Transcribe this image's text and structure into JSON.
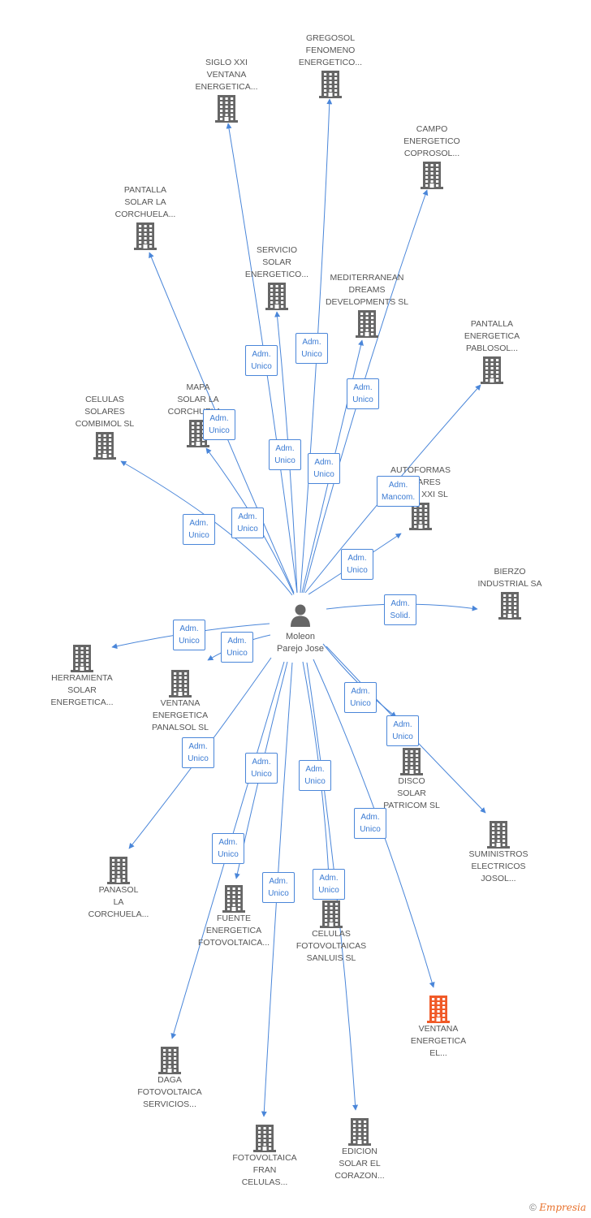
{
  "center": {
    "name_line1": "Moleon",
    "name_line2": "Parejo Jose"
  },
  "colors": {
    "edge": "#4a86d9",
    "building": "#666666",
    "highlight": "#f05a28"
  },
  "companies": [
    {
      "id": "gregosol",
      "lines": [
        "GREGOSOL",
        "FENOMENO",
        "ENERGETICO..."
      ],
      "highlight": false
    },
    {
      "id": "siglo-xxi-ventana",
      "lines": [
        "SIGLO XXI",
        "VENTANA",
        "ENERGETICA..."
      ],
      "highlight": false
    },
    {
      "id": "campo-energetico",
      "lines": [
        "CAMPO",
        "ENERGETICO",
        "COPROSOL..."
      ],
      "highlight": false
    },
    {
      "id": "pantalla-corchuela",
      "lines": [
        "PANTALLA",
        "SOLAR LA",
        "CORCHUELA..."
      ],
      "highlight": false
    },
    {
      "id": "servicio-solar",
      "lines": [
        "SERVICIO",
        "SOLAR",
        "ENERGETICO..."
      ],
      "highlight": false
    },
    {
      "id": "mediterranean",
      "lines": [
        "MEDITERRANEAN",
        "DREAMS",
        "DEVELOPMENTS SL"
      ],
      "highlight": false
    },
    {
      "id": "pantalla-pablosol",
      "lines": [
        "PANTALLA",
        "ENERGETICA",
        "PABLOSOL..."
      ],
      "highlight": false
    },
    {
      "id": "celulas-combimol",
      "lines": [
        "CELULAS",
        "SOLARES",
        "COMBIMOL SL"
      ],
      "highlight": false
    },
    {
      "id": "mapa-solar",
      "lines": [
        "MAPA",
        "SOLAR LA",
        "CORCHUELA..."
      ],
      "highlight": false
    },
    {
      "id": "autoformas",
      "lines": [
        "AUTOFORMAS",
        "SOLARES",
        "SIGLO XXI SL"
      ],
      "highlight": false
    },
    {
      "id": "bierzo",
      "lines": [
        "BIERZO",
        "INDUSTRIAL SA"
      ],
      "highlight": false
    },
    {
      "id": "herramienta",
      "lines": [
        "HERRAMIENTA",
        "SOLAR",
        "ENERGETICA..."
      ],
      "highlight": false
    },
    {
      "id": "ventana-panalsol",
      "lines": [
        "VENTANA",
        "ENERGETICA",
        "PANALSOL SL"
      ],
      "highlight": false
    },
    {
      "id": "disco-solar",
      "lines": [
        "DISCO",
        "SOLAR",
        "PATRICOM SL"
      ],
      "highlight": false
    },
    {
      "id": "suministros",
      "lines": [
        "SUMINISTROS",
        "ELECTRICOS",
        "JOSOL..."
      ],
      "highlight": false
    },
    {
      "id": "panasol",
      "lines": [
        "PANASOL",
        "LA",
        "CORCHUELA..."
      ],
      "highlight": false
    },
    {
      "id": "fuente-energetica",
      "lines": [
        "FUENTE",
        "ENERGETICA",
        "FOTOVOLTAICA..."
      ],
      "highlight": false
    },
    {
      "id": "celulas-sanluis",
      "lines": [
        "CELULAS",
        "FOTOVOLTAICAS",
        "SANLUIS SL"
      ],
      "highlight": false
    },
    {
      "id": "ventana-el",
      "lines": [
        "VENTANA",
        "ENERGETICA",
        "EL..."
      ],
      "highlight": true
    },
    {
      "id": "daga",
      "lines": [
        "DAGA",
        "FOTOVOLTAICA",
        "SERVICIOS..."
      ],
      "highlight": false
    },
    {
      "id": "fotovoltaica-fran",
      "lines": [
        "FOTOVOLTAICA",
        "FRAN",
        "CELULAS..."
      ],
      "highlight": false
    },
    {
      "id": "edicion-solar",
      "lines": [
        "EDICION",
        "SOLAR EL",
        "CORAZON..."
      ],
      "highlight": false
    }
  ],
  "relations": [
    {
      "line1": "Adm.",
      "line2": "Unico"
    },
    {
      "line1": "Adm.",
      "line2": "Unico"
    },
    {
      "line1": "Adm.",
      "line2": "Unico"
    },
    {
      "line1": "Adm.",
      "line2": "Unico"
    },
    {
      "line1": "Adm.",
      "line2": "Unico"
    },
    {
      "line1": "Adm.",
      "line2": "Unico"
    },
    {
      "line1": "Adm.",
      "line2": "Mancom."
    },
    {
      "line1": "Adm.",
      "line2": "Unico"
    },
    {
      "line1": "Adm.",
      "line2": "Unico"
    },
    {
      "line1": "Adm.",
      "line2": "Unico"
    },
    {
      "line1": "Adm.",
      "line2": "Solid."
    },
    {
      "line1": "Adm.",
      "line2": "Unico"
    },
    {
      "line1": "Adm.",
      "line2": "Unico"
    },
    {
      "line1": "Adm.",
      "line2": "Unico"
    },
    {
      "line1": "Adm.",
      "line2": "Unico"
    },
    {
      "line1": "Adm.",
      "line2": "Unico"
    },
    {
      "line1": "Adm.",
      "line2": "Unico"
    },
    {
      "line1": "Adm.",
      "line2": "Unico"
    },
    {
      "line1": "Adm.",
      "line2": "Unico"
    },
    {
      "line1": "Adm.",
      "line2": "Unico"
    },
    {
      "line1": "Adm.",
      "line2": "Unico"
    },
    {
      "line1": "Adm.",
      "line2": "Unico"
    }
  ],
  "footer": {
    "copyright": "©",
    "brand": "Empresia"
  }
}
